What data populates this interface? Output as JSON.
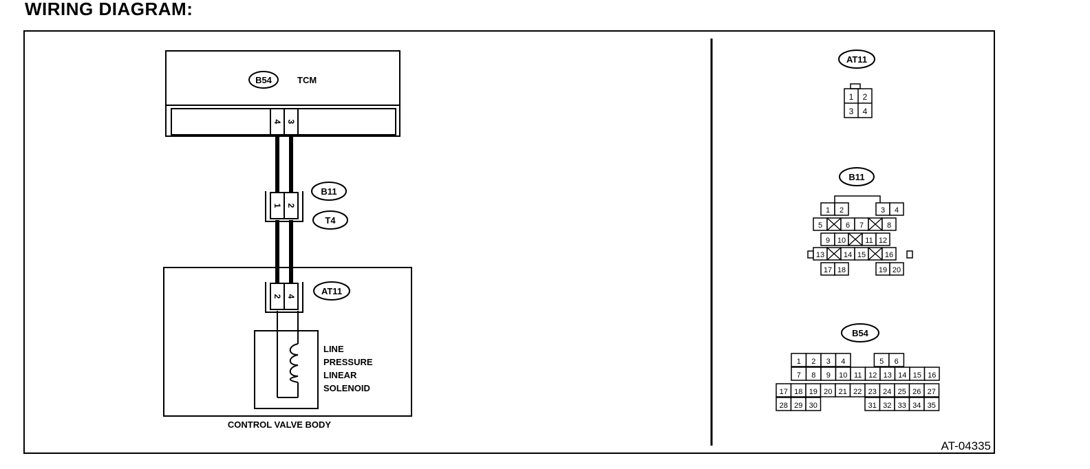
{
  "page": {
    "title": "WIRING DIAGRAM:",
    "figure_id": "AT-04335"
  },
  "tcm": {
    "connector": "B54",
    "label": "TCM",
    "pins": [
      "4",
      "3"
    ]
  },
  "harness": {
    "connector_1": "B11",
    "connector_2": "T4",
    "pins": [
      "1",
      "2"
    ]
  },
  "valve_body": {
    "label": "CONTROL VALVE BODY",
    "connector": "AT11",
    "pins": [
      "2",
      "4"
    ],
    "component_lines": [
      "LINE",
      "PRESSURE",
      "LINEAR",
      "SOLENOID"
    ]
  },
  "connector_views": {
    "at11": {
      "label": "AT11",
      "rows": [
        [
          "1",
          "2"
        ],
        [
          "3",
          "4"
        ]
      ]
    },
    "b11": {
      "label": "B11",
      "rows": [
        [
          "1",
          "2",
          "",
          "3",
          "4"
        ],
        [
          "5",
          "X",
          "6",
          "7",
          "X",
          "8"
        ],
        [
          "9",
          "10",
          "X",
          "11",
          "12"
        ],
        [
          "13",
          "X",
          "14",
          "15",
          "X",
          "16"
        ],
        [
          "17",
          "18",
          "",
          "19",
          "20"
        ]
      ]
    },
    "b54": {
      "label": "B54",
      "rows": [
        [
          "1",
          "2",
          "3",
          "4",
          "",
          "5",
          "6"
        ],
        [
          "7",
          "8",
          "9",
          "10",
          "11",
          "12",
          "13",
          "14",
          "15",
          "16"
        ],
        [
          "17",
          "18",
          "19",
          "20",
          "21",
          "22",
          "23",
          "24",
          "25",
          "26",
          "27"
        ],
        [
          "28",
          "29",
          "30",
          "",
          "31",
          "32",
          "33",
          "34",
          "35"
        ]
      ]
    }
  }
}
